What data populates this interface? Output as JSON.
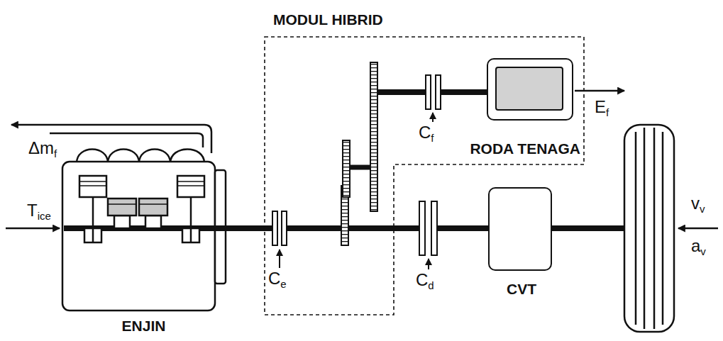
{
  "diagram": {
    "nodes": [
      {
        "text": [
          "MODUL HIBRID"
        ]
      },
      {
        "text": [
          "RODA TENAGA"
        ],
        "in": 0
      },
      {
        "text": [
          "ENJIN"
        ]
      },
      {
        "text": [
          "CVT"
        ]
      }
    ],
    "edges": [
      {
        "from": 2,
        "to": 3,
        "arrow": "none"
      }
    ],
    "labels": [
      "Δmf",
      "Tice",
      "Ef",
      "Cf",
      "Ce",
      "Cd",
      "vv",
      "av"
    ]
  }
}
